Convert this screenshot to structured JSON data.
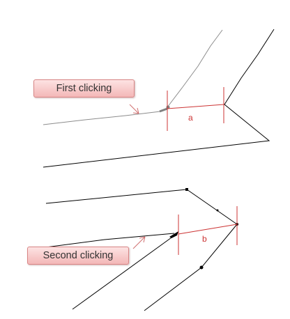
{
  "callouts": {
    "first": "First clicking",
    "second": "Second clicking"
  },
  "dimensions": {
    "a": "a",
    "b": "b"
  },
  "colors": {
    "line": "#000000",
    "grey_line": "#8c8c8c",
    "dimension": "#cc3333",
    "arrow": "#d07070",
    "callout_fill": "#f6c4c4",
    "callout_border": "#d88585"
  }
}
